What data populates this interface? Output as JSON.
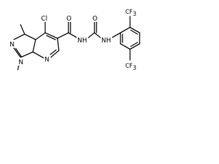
{
  "molecule": {
    "atoms": {
      "cl": "Cl",
      "n_pyrazole_a": "N",
      "n_pyrazole_b": "N",
      "n_pyridine": "N",
      "o_amide_1": "O",
      "o_amide_2": "O",
      "nh_1": "NH",
      "nh_2": "NH",
      "cf3_top": "CF",
      "cf3_bottom": "CF",
      "cf3_sub": "3"
    }
  }
}
